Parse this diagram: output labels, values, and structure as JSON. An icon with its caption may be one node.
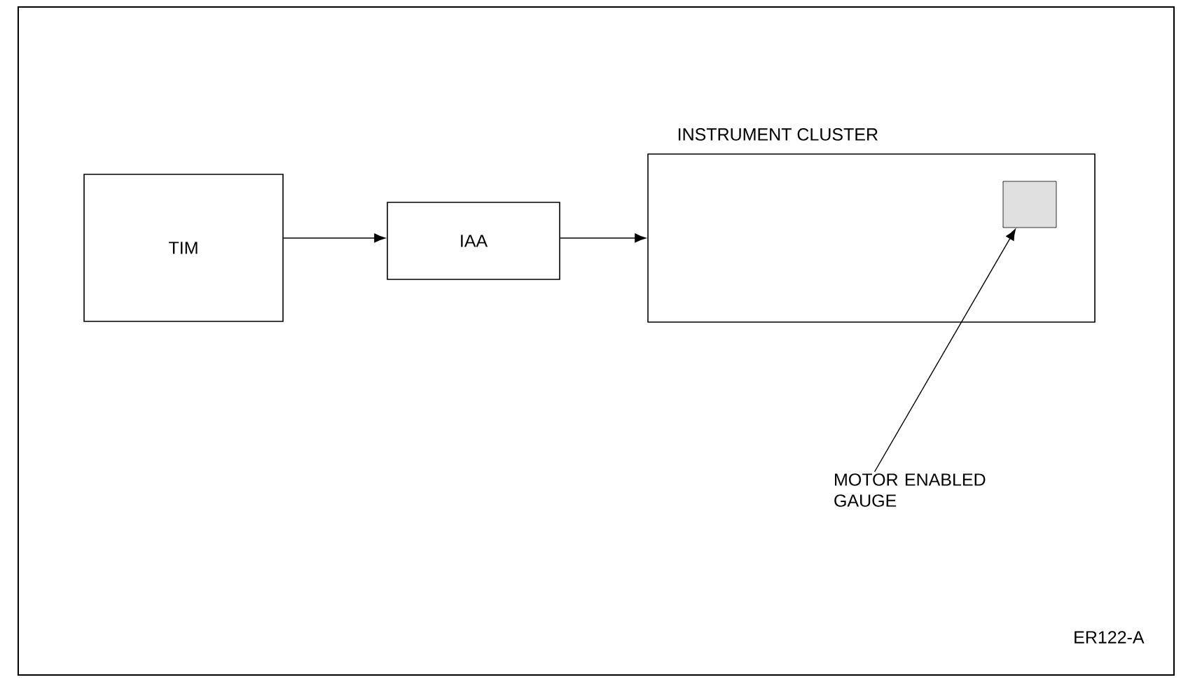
{
  "diagram": {
    "nodes": [
      {
        "text": [
          "TIM"
        ]
      },
      {
        "text": [
          "IAA"
        ]
      },
      {
        "text": [
          "INSTRUMENT CLUSTER"
        ]
      },
      {
        "text": [],
        "shape": "box",
        "in": 2
      },
      {
        "text": [
          "MOTOR ENABLED GAUGE"
        ]
      }
    ],
    "edges": [
      {
        "from": 0,
        "to": 1,
        "arrow": "to"
      },
      {
        "from": 1,
        "to": 2,
        "arrow": "to"
      },
      {
        "from": 4,
        "to": 3,
        "arrow": "to"
      }
    ],
    "labels": [
      "ER122-A"
    ]
  }
}
